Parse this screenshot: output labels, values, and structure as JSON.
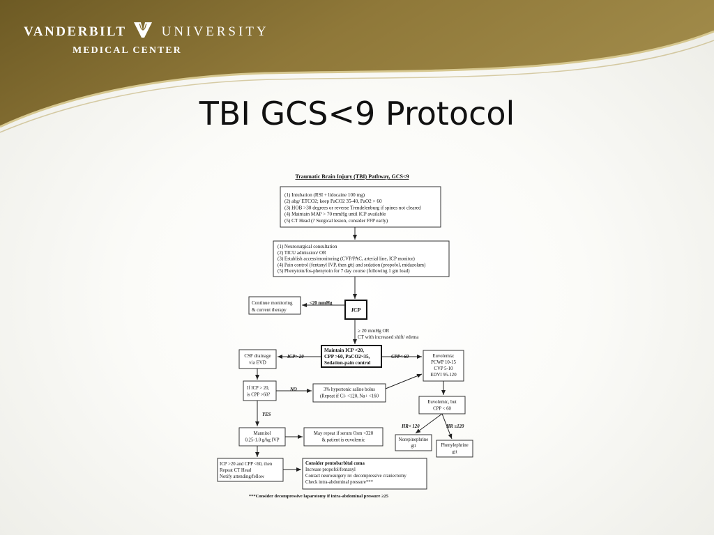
{
  "header": {
    "logo_line1_left": "VANDERBILT",
    "logo_line1_right": "UNIVERSITY",
    "logo_line2": "MEDICAL CENTER",
    "logo_icon": "vanderbilt-v-oak-leaf-icon"
  },
  "slide_title": "TBI GCS<9 Protocol",
  "flowchart": {
    "title": "Traumatic Brain Injury (TBI) Pathway, GCS<9",
    "box1": [
      "(1) Intubation (RSI + lidocaine 100 mg)",
      "(2) abg/ ETCO2; keep PaCO2 35-40, PaO2 > 60",
      "(3) HOB >30 degrees or reverse Trendelenburg if spines not cleared",
      "(4) Maintain MAP > 70 mmHg until ICP available",
      "(5) CT Head (? Surgical lesion, consider FFP early)"
    ],
    "box2": [
      "(1) Neurosurgical consultation",
      "(2) TICU admission/ OR",
      "(3) Establish access/monitoring (CVP/PAC, arterial line, ICP monitor)",
      "(4) Pain control (fentanyl IVP, then gtt) and sedation (propofol, midazolam)",
      "(5) Phenytoin/fos-phenytoin for 7 day course (following 1 gm load)"
    ],
    "continue_box": [
      "Continue monitoring",
      "& current therapy"
    ],
    "lt20_label": "<20 mmHg",
    "icp_box": "ICP",
    "ge20_label": [
      "≥ 20 mmHg OR",
      "CT with increased shift/ edema"
    ],
    "maintain_box": [
      "Maintain ICP <20,",
      "CPP >60, PaCO2~35,",
      "Sedation-pain control"
    ],
    "icp20_label": "ICP> 20",
    "cpp60_label": "CPP< 60",
    "csf_box": [
      "CSF drainage",
      "via EVD"
    ],
    "euvolemia_box": [
      "Euvolemia:",
      "PCWP 10-15",
      "CVP 5-10",
      "EDVI 95-120"
    ],
    "if_icp_box": [
      "If ICP > 20,",
      "is CPP >60?"
    ],
    "no_label": "NO",
    "saline_box": [
      "3% hypertonic saline bolus",
      "(Repeat if Cl- <120, Na+ <160"
    ],
    "euvolemic_but_box": [
      "Euvolemic, but",
      "CPP < 60"
    ],
    "yes_label": "YES",
    "hr_lt_label": "HR< 120",
    "hr_ge_label": "HR ≥120",
    "mannitol_box": [
      "Mannitol",
      "0.25-1.0 g/kg IVP"
    ],
    "repeat_osm_box": [
      "May repeat if serum Osm <320",
      "& patient is euvolemic"
    ],
    "norepi_box": [
      "Norepinephrine",
      "gtt"
    ],
    "phenyl_box": [
      "Phenylephrine",
      "gtt"
    ],
    "icp_cpp_box": [
      "ICP >20 and CPP <60, then",
      "Repeat CT Head",
      "Notify attending/fellow"
    ],
    "pento_box": [
      "Consider pentobarbital coma",
      "Increase propofol/fentanyl",
      "Contact neurosurgery re: decompressive craniectomy",
      "Check intra-abdominal pressure***"
    ],
    "footnote": "***Consider decompressive laparotomy if intra-abdominal pressure ≥25"
  },
  "colors": {
    "band_gold": "#8a7233",
    "band_light": "#c8b675",
    "band_dark": "#5c4a1c"
  }
}
